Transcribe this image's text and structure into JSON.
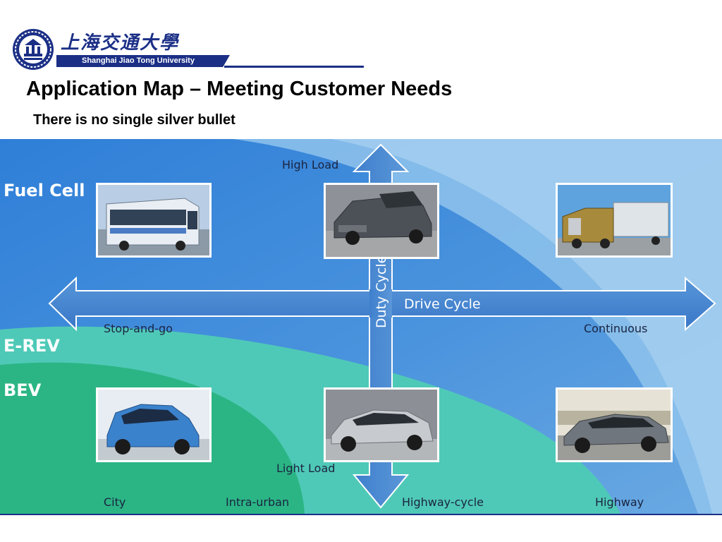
{
  "header": {
    "university_cn": "上海交通大學",
    "university_en": "Shanghai Jiao Tong University",
    "title": "Application Map – Meeting Customer Needs",
    "subtitle": "There is no single silver bullet"
  },
  "diagram": {
    "zones": {
      "fuel_cell": "Fuel Cell",
      "erev": "E-REV",
      "bev": "BEV"
    },
    "vertical_axis": {
      "top": "High Load",
      "bottom": "Light Load",
      "name": "Duty Cycle"
    },
    "horizontal_axis": {
      "name": "Drive Cycle",
      "left": "Stop-and-go",
      "right": "Continuous"
    },
    "bottom_scale": [
      "City",
      "Intra-urban",
      "Highway-cycle",
      "Highway"
    ],
    "vehicles": {
      "top_left": "bus",
      "top_center": "pickup-truck",
      "top_right": "semi-truck",
      "bottom_left": "small-hatchback",
      "bottom_center": "extended-range-sedan",
      "bottom_right": "highway-sedan"
    },
    "colors": {
      "background_blue": "#4d95dc",
      "light_blue": "#9cc9ee",
      "erev_green": "#4fc9b7",
      "bev_green": "#2bb585",
      "arrow_blue": "#3c80cd",
      "brand_navy": "#1b2f86"
    }
  }
}
